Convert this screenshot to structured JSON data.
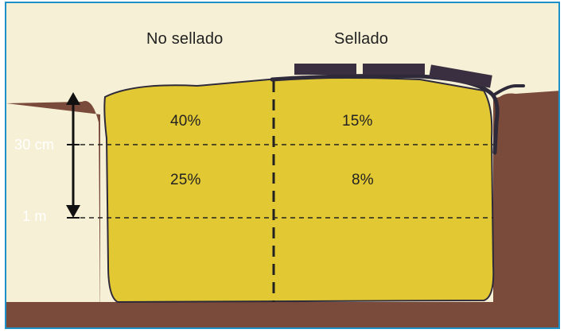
{
  "columns": {
    "left": "No sellado",
    "right": "Sellado"
  },
  "depth_markers": {
    "shallow": "30 cm",
    "deep": "1 m"
  },
  "cells": {
    "top_left": "40%",
    "top_right": "15%",
    "bottom_left": "25%",
    "bottom_right": "8%"
  },
  "colors": {
    "soil": "#7a4a3a",
    "silage": "#e2c832",
    "sky": "#f6f0d6",
    "cover": "#2e2a3a",
    "frame": "#1e90c8"
  }
}
